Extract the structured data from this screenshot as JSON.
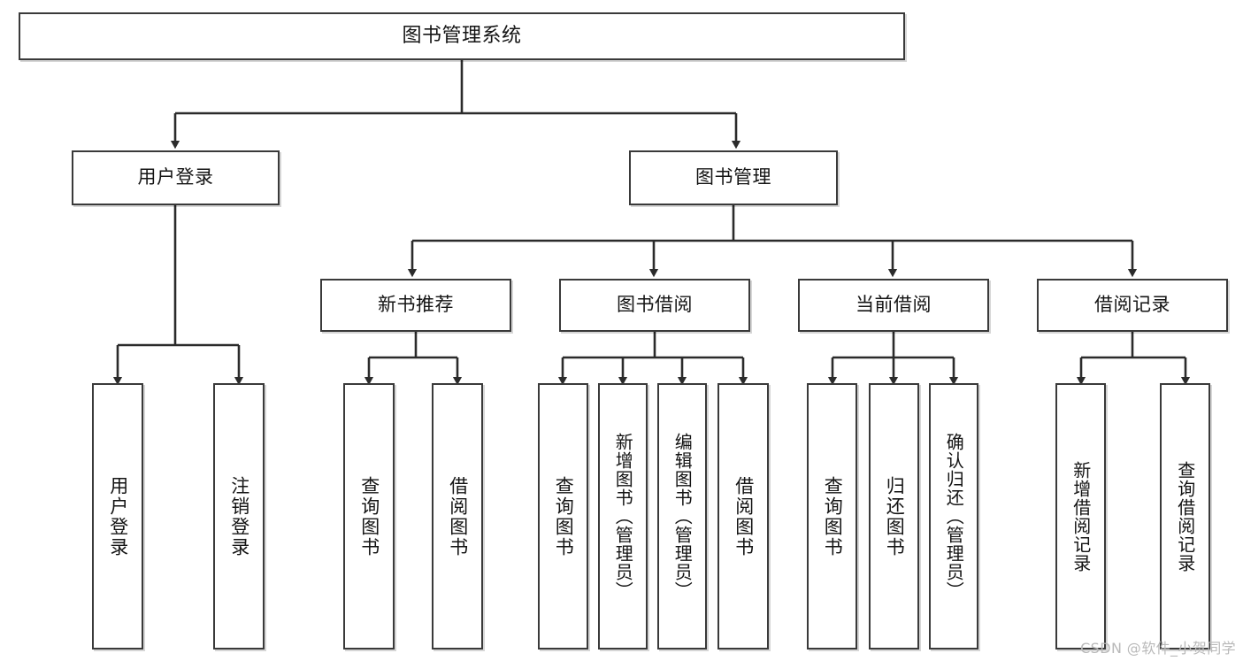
{
  "diagram": {
    "type": "tree",
    "title": "图书管理系统",
    "orientation": "top-down",
    "style": {
      "box_fill": "#ffffff",
      "box_stroke": "#3a3a3a",
      "text_color": "#141414",
      "connector_color": "#2b2b2b",
      "background": "#ffffff"
    },
    "root": {
      "label": "图书管理系统"
    },
    "level2": [
      {
        "label": "用户登录"
      },
      {
        "label": "图书管理"
      }
    ],
    "level3": [
      {
        "label": "新书推荐"
      },
      {
        "label": "图书借阅"
      },
      {
        "label": "当前借阅"
      },
      {
        "label": "借阅记录"
      }
    ],
    "leaves": {
      "user_login": [
        {
          "label": "用户登录"
        },
        {
          "label": "注销登录"
        }
      ],
      "new_book_recommend": [
        {
          "label": "查询图书"
        },
        {
          "label": "借阅图书"
        }
      ],
      "book_borrow": [
        {
          "label": "查询图书"
        },
        {
          "label": "新增图书（管理员）"
        },
        {
          "label": "编辑图书（管理员）"
        },
        {
          "label": "借阅图书"
        }
      ],
      "current_borrow": [
        {
          "label": "查询图书"
        },
        {
          "label": "归还图书"
        },
        {
          "label": "确认归还（管理员）"
        }
      ],
      "borrow_record": [
        {
          "label": "新增借阅记录"
        },
        {
          "label": "查询借阅记录"
        }
      ]
    }
  },
  "watermark": {
    "text": "CSDN @软件_小贺同学"
  }
}
